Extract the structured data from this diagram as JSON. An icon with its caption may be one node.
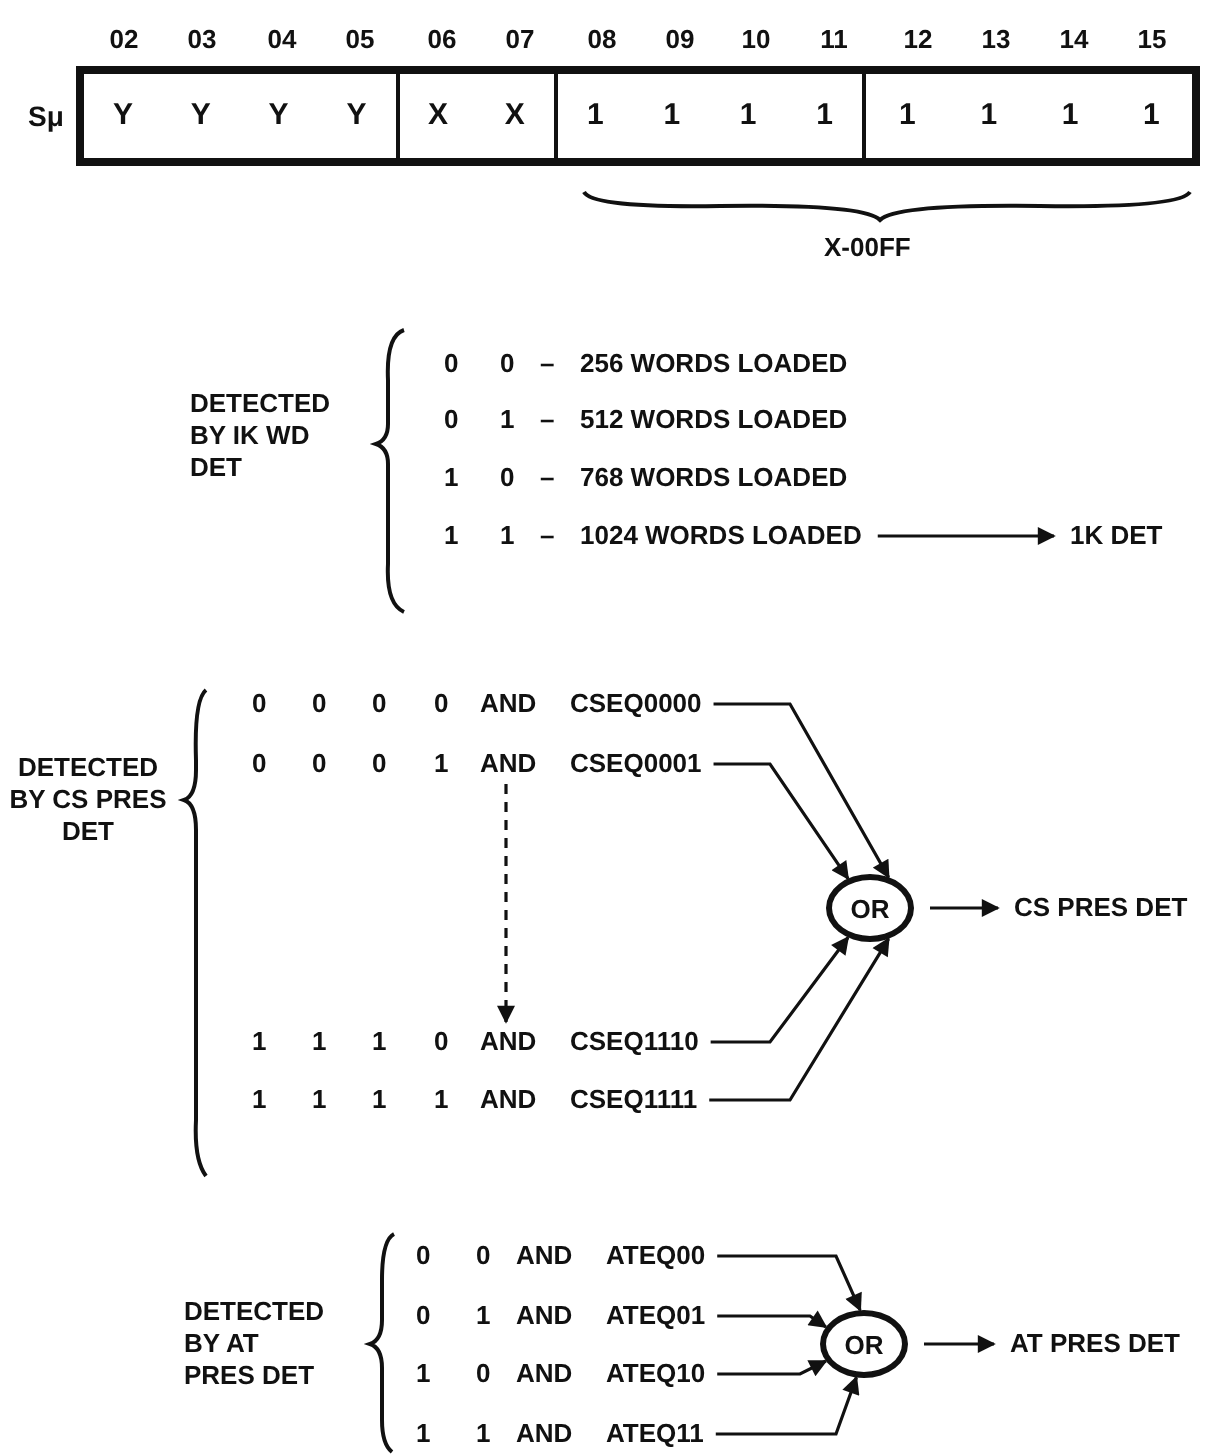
{
  "diagram": {
    "nodes": [
      {
        "text": [],
        "shape": "box"
      },
      {
        "text": [
          "Y",
          "Y",
          "Y",
          "Y"
        ],
        "in": 0
      },
      {
        "text": [
          "X",
          "X"
        ],
        "in": 0
      },
      {
        "text": [
          "1",
          "1",
          "1",
          "1"
        ],
        "in": 0
      },
      {
        "text": [
          "1",
          "1",
          "1",
          "1"
        ],
        "in": 0
      },
      {
        "text": [
          "1",
          "1",
          "–",
          "1024 WORDS LOADED"
        ]
      },
      {
        "text": [
          "1K DET"
        ]
      },
      {
        "text": [
          "0",
          "0",
          "0",
          "0",
          "AND",
          "CSEQ0000"
        ]
      },
      {
        "text": [
          "0",
          "0",
          "0",
          "1",
          "AND",
          "CSEQ0001"
        ]
      },
      {
        "text": [
          "1",
          "1",
          "1",
          "0",
          "AND",
          "CSEQ1110"
        ]
      },
      {
        "text": [
          "1",
          "1",
          "1",
          "1",
          "AND",
          "CSEQ1111"
        ]
      },
      {
        "text": [
          "OR"
        ]
      },
      {
        "text": [
          "CS PRES DET"
        ]
      },
      {
        "text": [
          "0",
          "0",
          "AND",
          "ATEQ00"
        ]
      },
      {
        "text": [
          "0",
          "1",
          "AND",
          "ATEQ01"
        ]
      },
      {
        "text": [
          "1",
          "0",
          "AND",
          "ATEQ10"
        ]
      },
      {
        "text": [
          "1",
          "1",
          "AND",
          "ATEQ11"
        ]
      },
      {
        "text": [
          "OR"
        ]
      },
      {
        "text": [
          "AT PRES DET"
        ]
      }
    ],
    "edges": [
      {
        "from": 5,
        "to": 6,
        "arrow": "to"
      },
      {
        "from": 7,
        "to": 11,
        "arrow": "to"
      },
      {
        "from": 8,
        "to": 11,
        "arrow": "to"
      },
      {
        "from": 9,
        "to": 11,
        "arrow": "to"
      },
      {
        "from": 10,
        "to": 11,
        "arrow": "to"
      },
      {
        "from": 8,
        "to": 9,
        "arrow": "to",
        "style": "dashed"
      },
      {
        "from": 11,
        "to": 12,
        "arrow": "to"
      },
      {
        "from": 13,
        "to": 17,
        "arrow": "to"
      },
      {
        "from": 14,
        "to": 17,
        "arrow": "to"
      },
      {
        "from": 15,
        "to": 17,
        "arrow": "to"
      },
      {
        "from": 16,
        "to": 17,
        "arrow": "to"
      },
      {
        "from": 17,
        "to": 18,
        "arrow": "to"
      }
    ],
    "labels": [
      "02",
      "03",
      "04",
      "05",
      "06",
      "07",
      "08",
      "09",
      "10",
      "11",
      "12",
      "13",
      "14",
      "15",
      "Sμ",
      "X-00FF",
      "DETECTED BY IK WD DET",
      "0",
      "0",
      "–",
      "256 WORDS LOADED",
      "0",
      "1",
      "–",
      "512 WORDS LOADED",
      "1",
      "0",
      "–",
      "768 WORDS LOADED",
      "DETECTED BY CS PRES DET",
      "DETECTED BY AT PRES DET"
    ]
  }
}
